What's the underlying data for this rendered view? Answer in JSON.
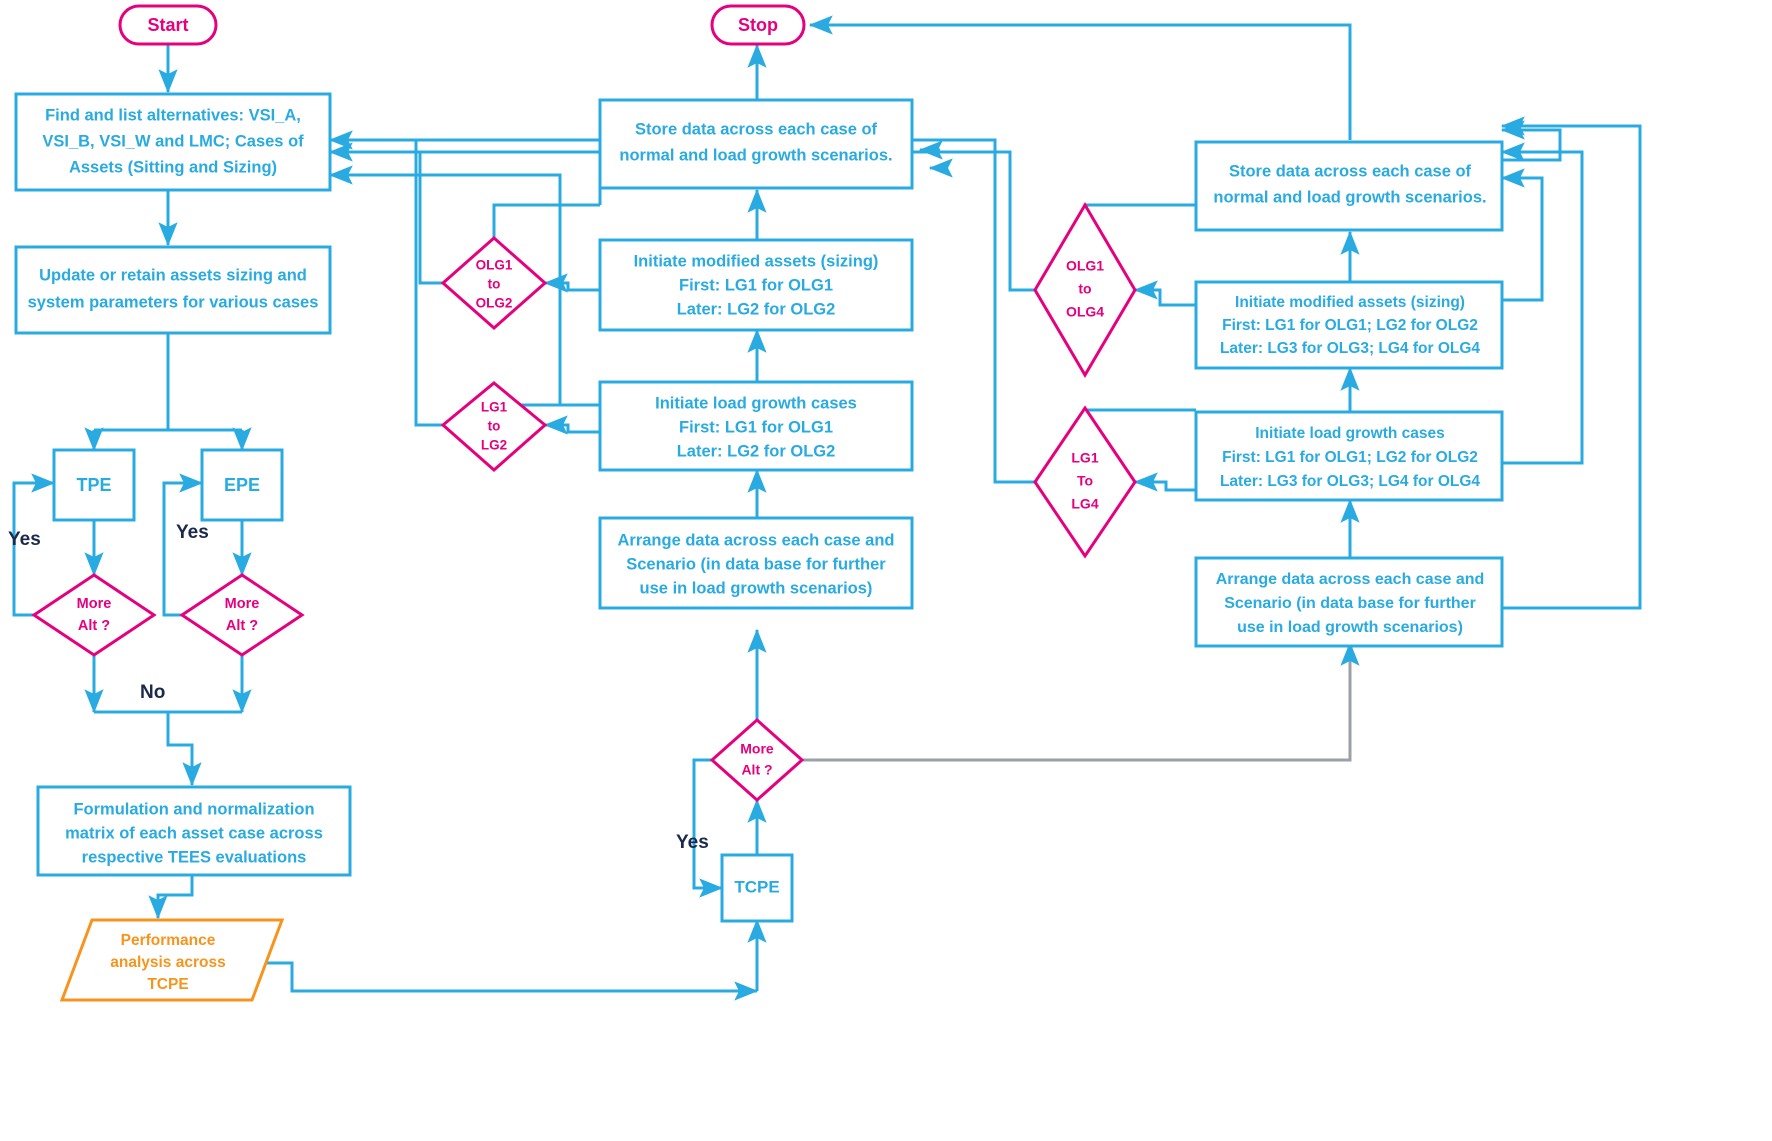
{
  "colors": {
    "blue": "#29ABE2",
    "pink": "#E6007E",
    "orange": "#F7941E",
    "label": "#17253f",
    "gray": "#9aa0a6",
    "background": "#ffffff"
  },
  "terminals": {
    "start": "Start",
    "stop": "Stop"
  },
  "left_column": {
    "find_list": "Find and list alternatives: VSI_A, VSI_B, VSI_W and LMC; Cases of Assets (Sitting and Sizing)",
    "find_list_lines": [
      "Find and list alternatives: VSI_A,",
      "VSI_B, VSI_W and LMC; Cases of",
      "Assets (Sitting and Sizing)"
    ],
    "update_retain_lines": [
      "Update or retain assets sizing and",
      "system parameters for various cases"
    ],
    "tpe": "TPE",
    "epe": "EPE",
    "decision_tpe_lines": [
      "More",
      "Alt ?"
    ],
    "decision_epe_lines": [
      "More",
      "Alt ?"
    ],
    "formulation_lines": [
      "Formulation and normalization",
      "matrix of each asset case across",
      "respective TEES evaluations"
    ],
    "performance_lines": [
      "Performance",
      "analysis across",
      "TCPE"
    ]
  },
  "center_column": {
    "store_data_lines": [
      "Store data across each case of",
      "normal and load growth scenarios."
    ],
    "initiate_modified_lines": [
      "Initiate modified assets (sizing)",
      "First: LG1 for OLG1",
      "Later: LG2 for OLG2"
    ],
    "initiate_load_growth_lines": [
      "Initiate load growth cases",
      "First: LG1 for OLG1",
      "Later: LG2 for OLG2"
    ],
    "arrange_data_lines": [
      "Arrange data across each case and",
      "Scenario (in data base for further",
      "use in load growth scenarios)"
    ],
    "diamond_olg_lines": [
      "OLG1",
      "to",
      "OLG2"
    ],
    "diamond_lg_lines": [
      "LG1",
      "to",
      "LG2"
    ],
    "decision_more_alt_lines": [
      "More",
      "Alt ?"
    ],
    "tcpe": "TCPE"
  },
  "right_column": {
    "store_data_lines": [
      "Store data across each case of",
      "normal and load growth scenarios."
    ],
    "initiate_modified_lines": [
      "Initiate modified assets (sizing)",
      "First: LG1 for OLG1; LG2 for OLG2",
      "Later: LG3 for OLG3; LG4 for OLG4"
    ],
    "initiate_load_growth_lines": [
      "Initiate load growth cases",
      "First: LG1 for OLG1; LG2 for OLG2",
      "Later: LG3 for OLG3; LG4 for OLG4"
    ],
    "arrange_data_lines": [
      "Arrange data across each case and",
      "Scenario (in data base for further",
      "use in load growth scenarios)"
    ],
    "diamond_olg_lines": [
      "OLG1",
      "to",
      "OLG4"
    ],
    "diamond_lg_lines": [
      "LG1",
      "To",
      "LG4"
    ]
  },
  "edge_labels": {
    "yes_tpe": "Yes",
    "yes_epe": "Yes",
    "no": "No",
    "yes_tcpe": "Yes"
  }
}
